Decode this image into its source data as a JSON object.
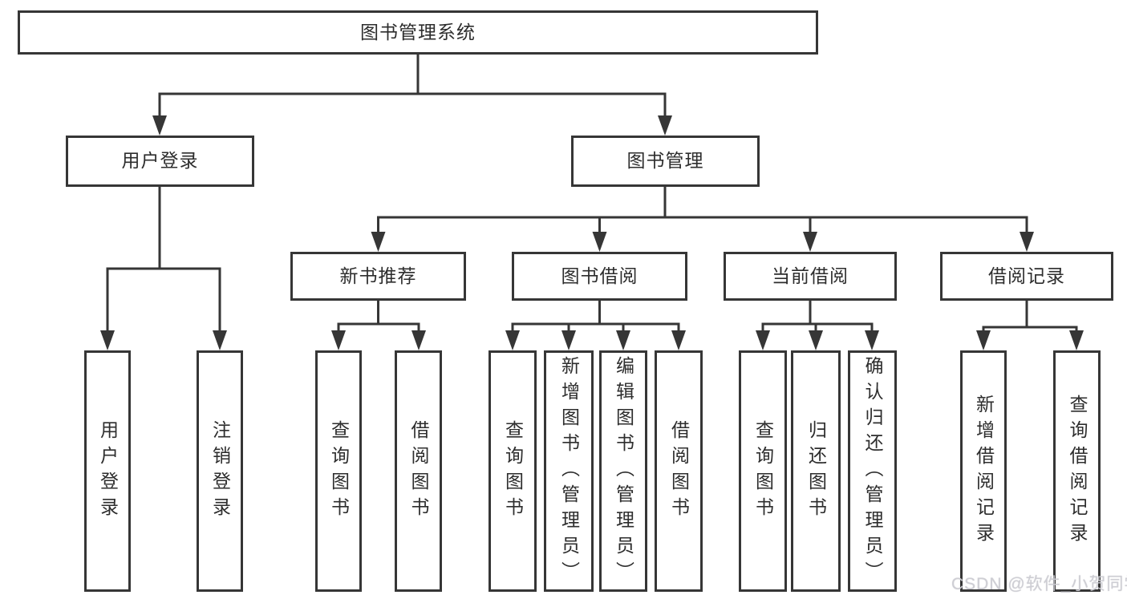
{
  "diagram": {
    "root": {
      "label": "图书管理系统"
    },
    "level2": {
      "user_login": {
        "label": "用户登录"
      },
      "book_management": {
        "label": "图书管理"
      }
    },
    "level3": {
      "new_book_recommend": {
        "label": "新书推荐"
      },
      "book_borrowing": {
        "label": "图书借阅"
      },
      "current_borrowing": {
        "label": "当前借阅"
      },
      "borrowing_records": {
        "label": "借阅记录"
      }
    },
    "leaves": {
      "user_login": {
        "label": "用户登录"
      },
      "logout": {
        "label": "注销登录"
      },
      "recommend_search_books": {
        "label": "查询图书"
      },
      "recommend_borrow_books": {
        "label": "借阅图书"
      },
      "borrowing_search_books": {
        "label": "查询图书"
      },
      "borrowing_add_books_admin": {
        "label": "新增图书（管理员）"
      },
      "borrowing_edit_books_admin": {
        "label": "编辑图书（管理员）"
      },
      "borrowing_borrow_books": {
        "label": "借阅图书"
      },
      "current_search_books": {
        "label": "查询图书"
      },
      "current_return_books": {
        "label": "归还图书"
      },
      "current_confirm_return_admin": {
        "label": "确认归还（管理员）"
      },
      "records_add_record": {
        "label": "新增借阅记录"
      },
      "records_search_record": {
        "label": "查询借阅记录"
      }
    }
  },
  "watermark": {
    "text": "CSDN @软件_小贺同学"
  },
  "colors": {
    "line": "#363636",
    "text": "#2d2d2d",
    "background": "#ffffff"
  }
}
